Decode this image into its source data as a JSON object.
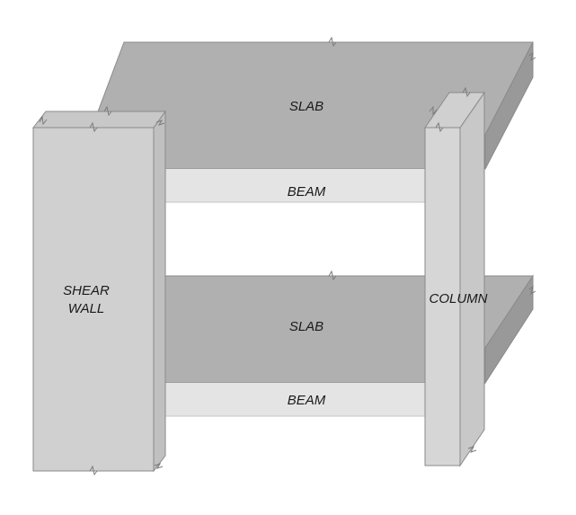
{
  "labels": {
    "upper_slab": "SLAB",
    "upper_beam": "BEAM",
    "lower_slab": "SLAB",
    "lower_beam": "BEAM",
    "shear_wall_line1": "SHEAR",
    "shear_wall_line2": "WALL",
    "column": "COLUMN"
  },
  "colors": {
    "slab_top": "#b0b0b0",
    "slab_edge": "#999999",
    "beam": "#e4e4e4",
    "wall_front": "#d0d0d0",
    "wall_side": "#c0c0c0",
    "column_front": "#d6d6d6",
    "column_side": "#c8c8c8",
    "outline": "#8a8a8a"
  }
}
